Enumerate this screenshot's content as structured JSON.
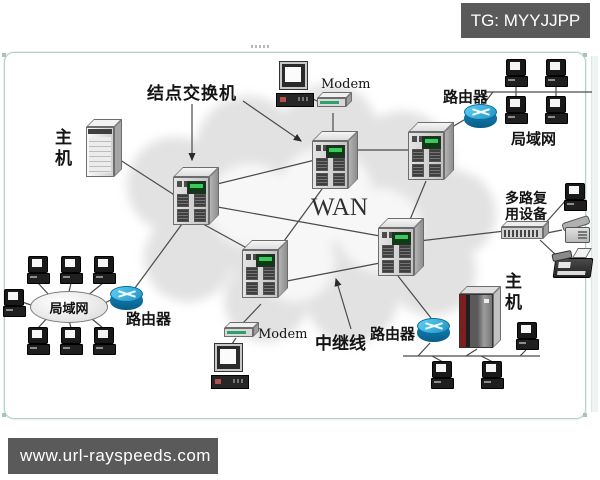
{
  "watermarks": {
    "top_right": "TG: MYYJJPP",
    "bottom_left": "www.url-rayspeeds.com"
  },
  "labels": {
    "node_switch": "结点交换机",
    "host_left": "主机",
    "host_right": "主机",
    "modem_top": "Modem",
    "modem_bottom": "Modem",
    "router_top_right": "路由器",
    "router_bottom_left": "路由器",
    "router_bottom_right": "路由器",
    "lan_top_right": "局域网",
    "lan_bottom_left": "局域网",
    "multiplexer": "多路复用设备",
    "trunk_line": "中继线",
    "wan": "WAN"
  },
  "icons": {
    "node-switch": "gray 3d cabinet with green lcd and dark vents",
    "router": "cyan cylinder with white crossing arrows",
    "modem": "flat gray 3d box with green strip",
    "computer": "black monitor with white screen on dark base",
    "workstation": "desktop computer with monitor and system unit",
    "host-server-left": "light gray tower server",
    "host-server-right": "dark tower server with red side stripe",
    "multiplexer": "flat gray box with port row",
    "telephone": "gray desk phone with handset",
    "fax-machine": "dark fax machine with paper",
    "lan-ellipse": "shaded ellipse network bubble",
    "wan-cloud": "light gray cloud"
  },
  "colors": {
    "router_top": "#4ac6ef",
    "router_body": "#0d6f9f",
    "switch_display": "#39c95c",
    "cloud": "#e2e2e2",
    "wire": "#4a4a4a",
    "watermark_bg": "#5a5a5a",
    "panel_border": "#b5d0c9",
    "host_right_stripe": "#7d1f1f"
  }
}
